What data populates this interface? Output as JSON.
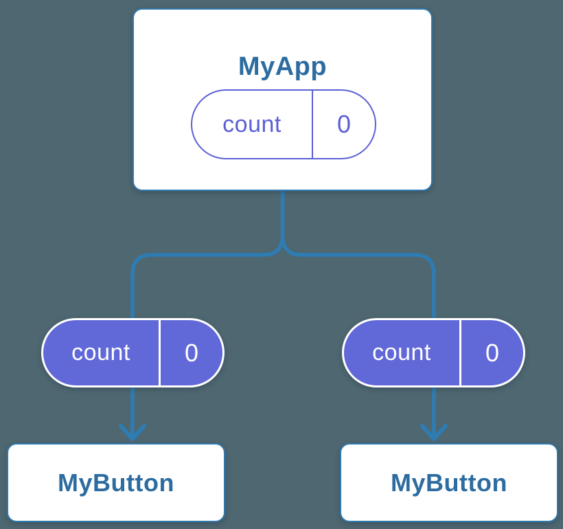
{
  "diagram": {
    "root": {
      "title": "MyApp",
      "state": {
        "name": "count",
        "value": "0"
      }
    },
    "children": [
      {
        "title": "MyButton",
        "prop": {
          "name": "count",
          "value": "0"
        }
      },
      {
        "title": "MyButton",
        "prop": {
          "name": "count",
          "value": "0"
        }
      }
    ],
    "colors": {
      "background": "#4e6770",
      "connector_blue": "#2e7cb4",
      "node_border_blue": "#3179ae",
      "title_text_blue": "#2d6ca0",
      "prop_pill_purple": "#6168d8",
      "state_pill_purple": "#5a60d4",
      "white": "#ffffff"
    }
  }
}
